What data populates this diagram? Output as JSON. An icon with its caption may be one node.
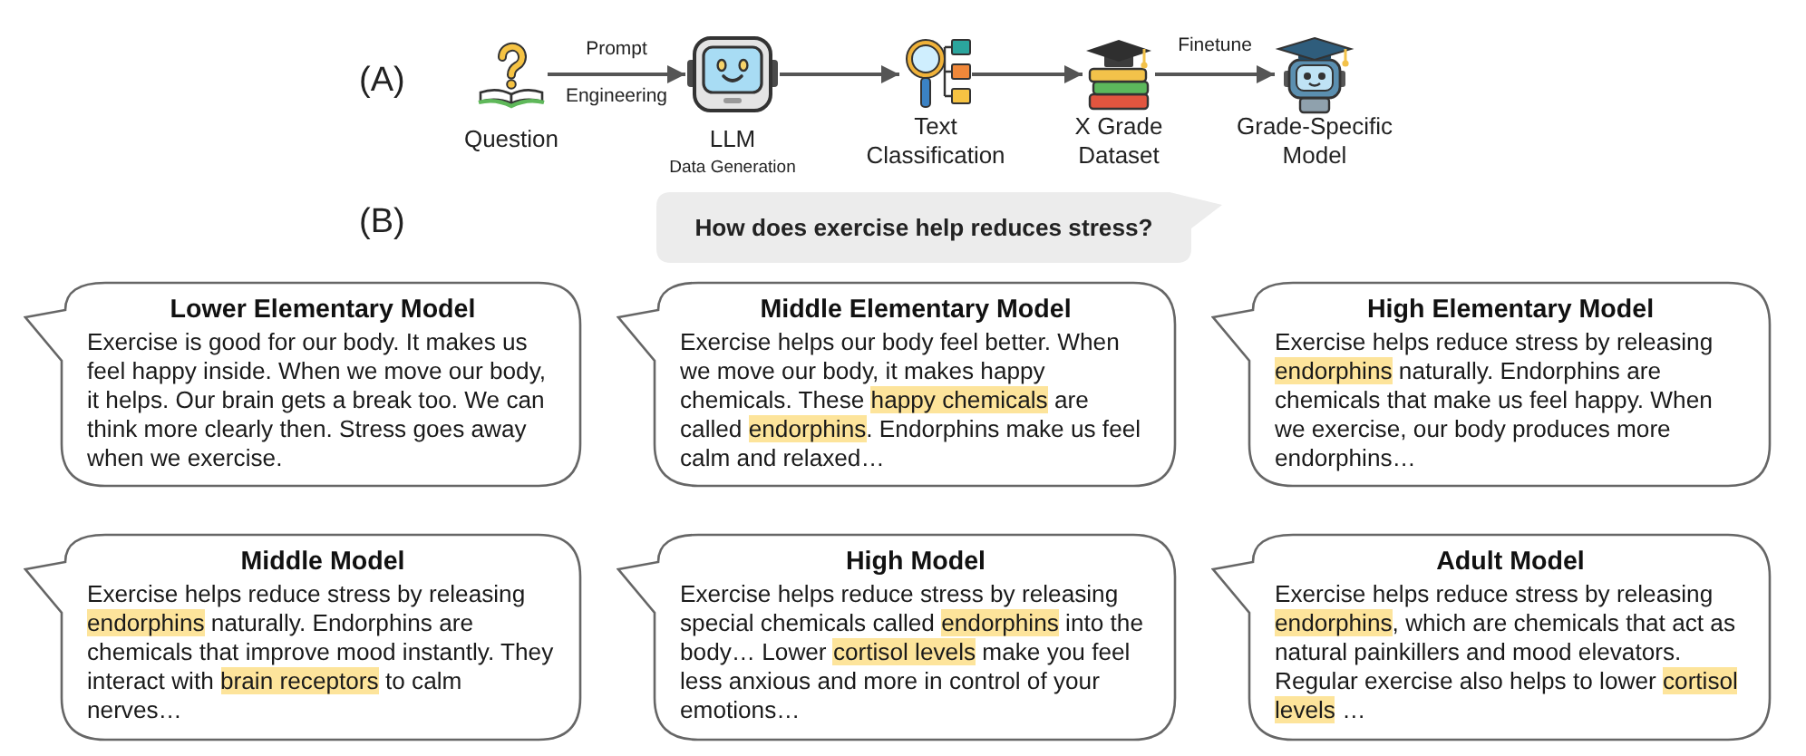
{
  "diagram": {
    "nodes": [
      {
        "text": [],
        "shape": "picture",
        "beside": [
          "Question"
        ]
      },
      {
        "text": [],
        "shape": "picture",
        "beside": [
          "LLM",
          "Data Generation"
        ]
      },
      {
        "text": [],
        "shape": "picture",
        "beside": [
          "Text Classification"
        ]
      },
      {
        "text": [],
        "shape": "picture",
        "beside": [
          "X Grade Dataset"
        ]
      },
      {
        "text": [],
        "shape": "picture",
        "beside": [
          "Grade-Specific Model"
        ]
      },
      {
        "text": [
          "How does exercise help reduces stress?"
        ]
      },
      {
        "text": [
          "Lower Elementary Model",
          "Exercise is good for our body. It makes us feel happy inside. When we move our body, it helps. Our brain gets a break too. We can think more clearly then. Stress goes away when we exercise."
        ]
      },
      {
        "text": [
          "Middle Elementary Model",
          "Exercise helps our body feel better. When we move our body, it makes happy chemicals. These **happy chemicals** are called **endorphins**. Endorphins make us feel calm and relaxed…"
        ]
      },
      {
        "text": [
          "High Elementary Model",
          "Exercise helps reduce stress by releasing **endorphins** naturally. Endorphins are chemicals that make us feel happy. When we exercise, our body produces more endorphins…"
        ]
      },
      {
        "text": [
          "Middle Model",
          "Exercise helps reduce stress by releasing **endorphins** naturally. Endorphins are chemicals that improve mood instantly. They interact with **brain receptors** to calm nerves…"
        ]
      },
      {
        "text": [
          "High Model",
          "Exercise helps reduce stress by releasing special chemicals called **endorphins** into the body… Lower **cortisol levels** make you feel less anxious and more in control of your emotions…"
        ]
      },
      {
        "text": [
          "Adult Model",
          "Exercise helps reduce stress by releasing **endorphins**, which are chemicals that act as natural painkillers and mood elevators. Regular exercise also helps to lower **cortisol levels** …"
        ]
      }
    ],
    "edges": [
      {
        "from": 0,
        "to": 1,
        "arrow": "to",
        "label": "Prompt Engineering"
      },
      {
        "from": 1,
        "to": 2,
        "arrow": "to"
      },
      {
        "from": 2,
        "to": 3,
        "arrow": "to"
      },
      {
        "from": 3,
        "to": 4,
        "arrow": "to",
        "label": "Finetune"
      }
    ],
    "labels": [
      "(A)",
      "(B)"
    ]
  }
}
